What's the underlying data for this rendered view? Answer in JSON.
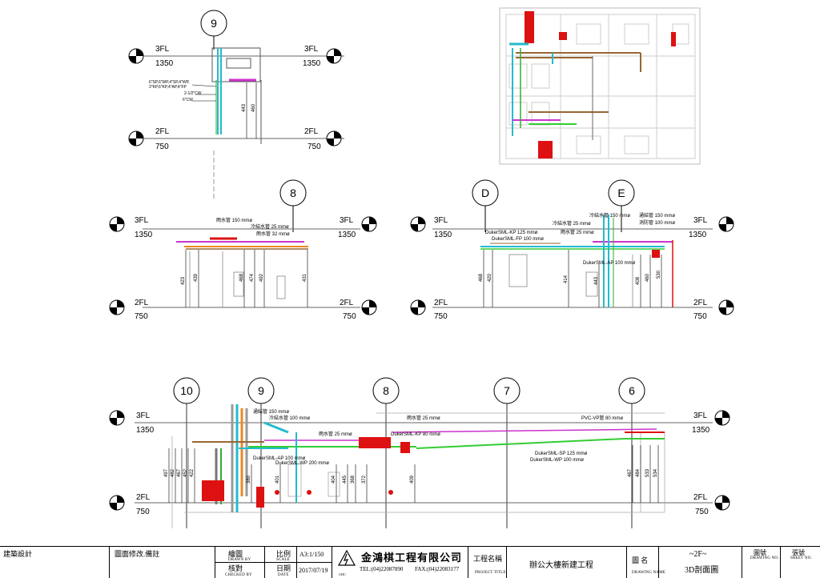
{
  "grid_labels": {
    "g10": "10",
    "g9": "9",
    "g8": "8",
    "g7": "7",
    "g6": "6",
    "gD": "D",
    "gE": "E"
  },
  "levels": {
    "fl3": "3FL",
    "fl2": "2FL",
    "el3": "1350",
    "el2": "750"
  },
  "section_9_top": {
    "callout_1": "6\"SP,6\"WP,4\"SP,4\"WP,",
    "callout_2": "3\"KP,6\"KP,4\"AP,4\"FP",
    "callout_3": "2-1/2\"CW",
    "callout_4": "6\"CW",
    "dims": [
      "443",
      "460"
    ]
  },
  "section_8": {
    "labels": [
      "雨水管 150 mmø",
      "冷結水管 25 mmø",
      "雨水管 32 mmø"
    ],
    "dims": [
      "423",
      "439",
      "468",
      "474",
      "492",
      "431"
    ]
  },
  "section_de": {
    "labels": [
      "DukerSML-KP 125 mmø",
      "DukerSML-FP 100 mmø",
      "冷結水管 25 mmø",
      "雨水管 25 mmø",
      "冷結水管 150 mmø",
      "通結管 150 mmø",
      "消防管 100 mmø",
      "DukerSML-AP 100 mmø"
    ],
    "dims": [
      "468",
      "420",
      "414",
      "443",
      "408",
      "460",
      "530"
    ]
  },
  "section_long": {
    "labels": [
      "通結管 150 mmø",
      "冷結水管 100 mmø",
      "雨水管 25 mmø",
      "DukerSML-KP 80 mmø",
      "雨水管 25 mmø",
      "PVC-VP管 80 mmø",
      "DukerSML-AP 100 mmø",
      "DukerSML-WP 200 mmø",
      "DukerSML-SP 125 mmø",
      "DukerSML-WP 100 mmø"
    ],
    "dims_left": [
      "497",
      "482",
      "467",
      "452",
      "422"
    ],
    "dims_mid": [
      "380",
      "401",
      "404",
      "445",
      "368",
      "372",
      "409"
    ],
    "dims_right": [
      "467",
      "484",
      "533",
      "534"
    ]
  },
  "title_block": {
    "design": "建築設計",
    "revision": "圖面修改.備註",
    "drawn": "繪圖",
    "drawn_en": "DRAWN BY",
    "checked": "核對",
    "checked_en": "CHECKED BY",
    "scale": "比例",
    "scale_en": "SCALE",
    "scale_val": "A3:1/150",
    "date": "日期",
    "date_en": "DATE",
    "date_val": "2017/07/19",
    "logo_text": "GHC",
    "company": "金鴻棋工程有限公司",
    "tel": "TEL:(04)22087890",
    "fax": "FAX:(04)22083177",
    "project_label": "工程名稱",
    "project_en": "PROJECT TITLE",
    "project": "辦公大樓新建工程",
    "drawing_label": "圖  名",
    "drawing_en": "DRAWING NAME",
    "drawing_1": "~2F~",
    "drawing_2": "3D剖面圖",
    "dwg_no": "圖號",
    "dwg_no_en": "DRAWING NO.",
    "sheet_no": "張號",
    "sheet_no_en": "SHEET NO."
  },
  "colors": {
    "pipe_green": "#33cc33",
    "pipe_cyan": "#22bbcc",
    "pipe_magenta": "#cc33cc",
    "pipe_red": "#dd1111",
    "pipe_orange": "#ee8822",
    "pipe_brown": "#996633",
    "line": "#000000",
    "grid_line": "#999999"
  },
  "icons": {
    "level_marker": "level-datum-icon",
    "logo": "company-logo-icon"
  }
}
